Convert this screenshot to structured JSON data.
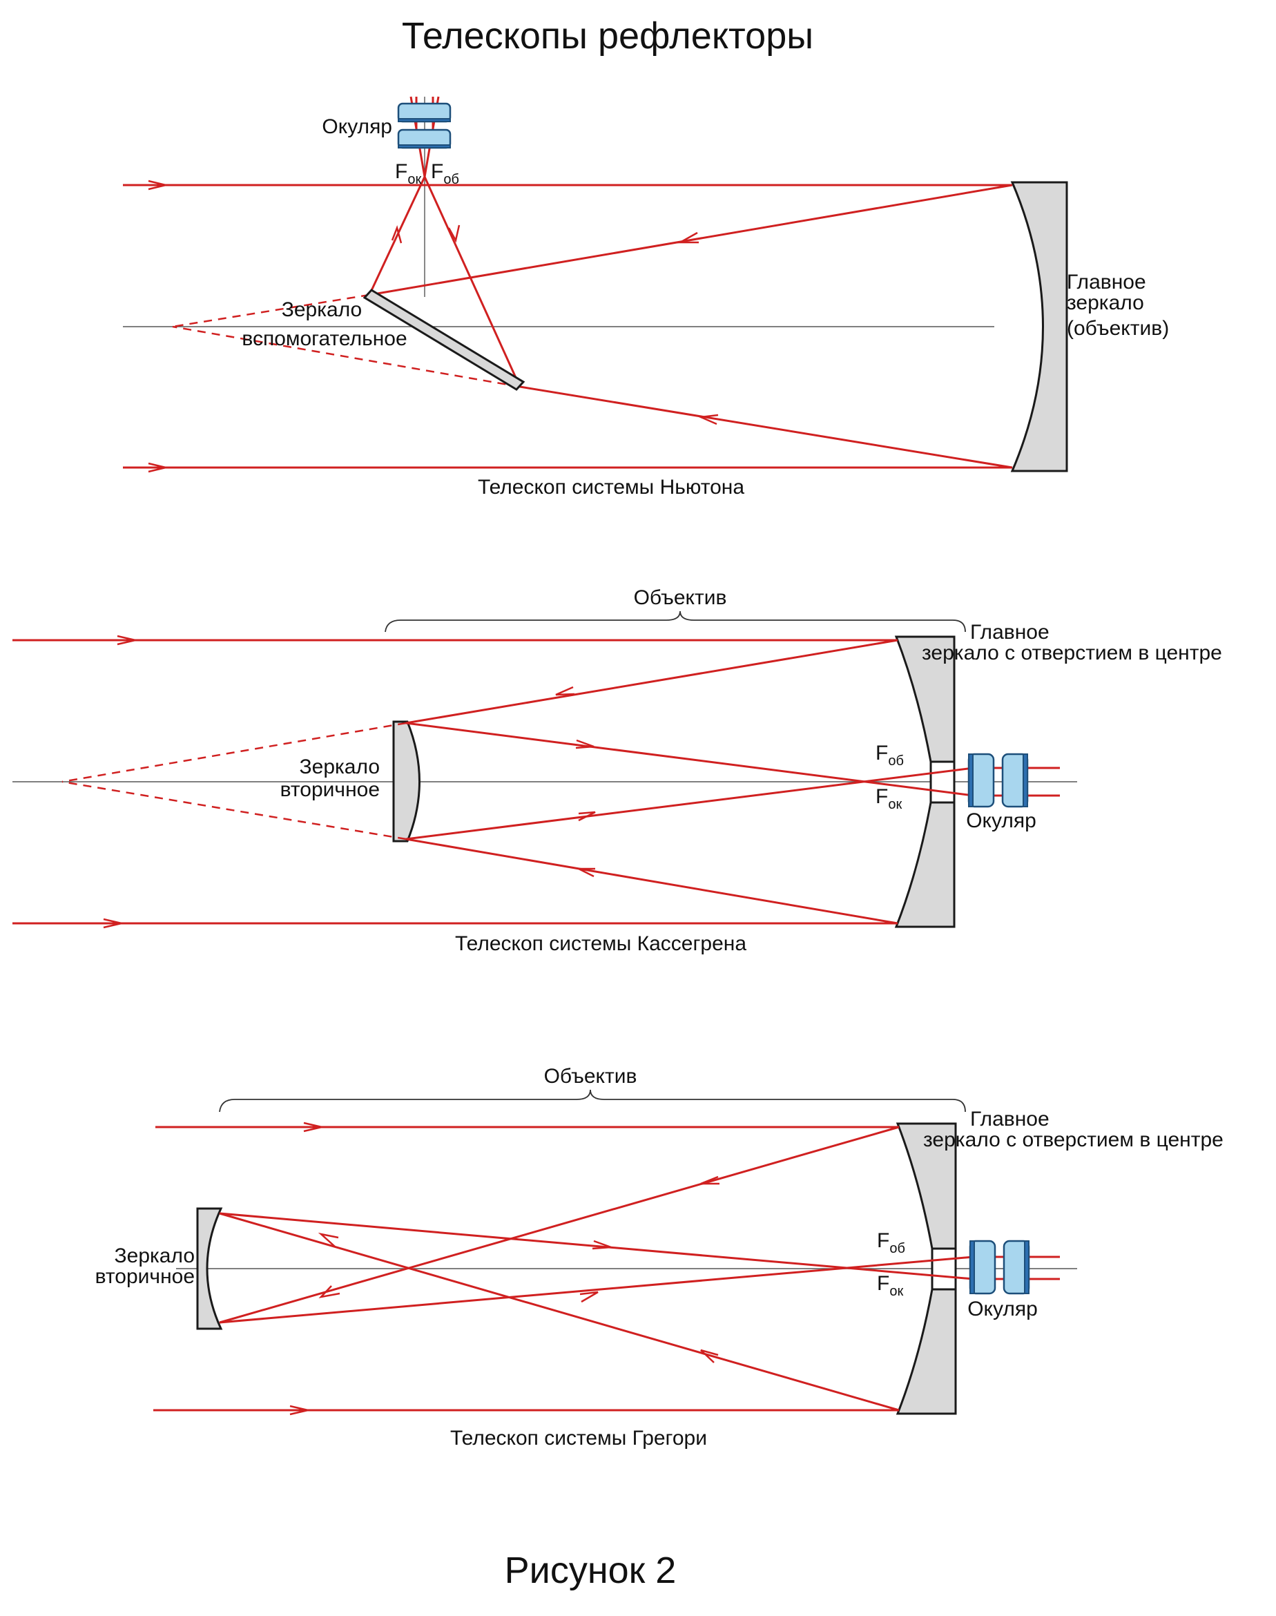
{
  "title": "Телескопы рефлекторы",
  "figure_caption": "Рисунок 2",
  "newton": {
    "caption": "Телескоп системы Ньютона",
    "eyepiece": "Окуляр",
    "f_eyepiece_base": "F",
    "f_eyepiece_sub": "ок",
    "f_objective_base": "F",
    "f_objective_sub": "об",
    "secondary_line1": "Зеркало",
    "secondary_line2": "вспомогательное",
    "primary_line1": "Главное",
    "primary_line2": "зеркало",
    "primary_line3": "(объектив)"
  },
  "cassegrain": {
    "caption": "Телескоп системы Кассегрена",
    "objective": "Объектив",
    "primary_line1": "Главное",
    "primary_line2": "зеркало с отверстием в центре",
    "secondary_line1": "Зеркало",
    "secondary_line2": "вторичное",
    "f_objective_base": "F",
    "f_objective_sub": "об",
    "f_eyepiece_base": "F",
    "f_eyepiece_sub": "ок",
    "eyepiece": "Окуляр"
  },
  "gregory": {
    "caption": "Телескоп системы Грегори",
    "objective": "Объектив",
    "primary_line1": "Главное",
    "primary_line2": "зеркало с отверстием в центре",
    "secondary_line1": "Зеркало",
    "secondary_line2": "вторичное",
    "f_objective_base": "F",
    "f_objective_sub": "об",
    "f_eyepiece_base": "F",
    "f_eyepiece_sub": "ок",
    "eyepiece": "Окуляр"
  },
  "colors": {
    "ray": "#d02020",
    "mirror_fill": "#d9d9d9",
    "lens_fill": "#a8d6ee",
    "lens_edge": "#1d4f7a"
  }
}
